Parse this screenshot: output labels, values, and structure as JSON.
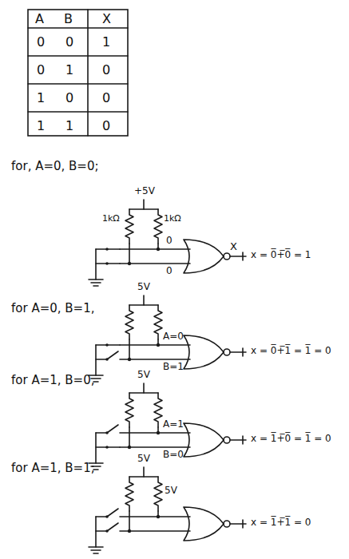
{
  "diagram": {
    "labels": [
      "A",
      "B",
      "X",
      "0",
      "0",
      "1",
      "0",
      "1",
      "0",
      "1",
      "0",
      "0",
      "1",
      "1",
      "0",
      "for, A=0, B=0;",
      "+5V",
      "1kΩ",
      "1kΩ",
      "0",
      "X",
      "0",
      "x = 0̅+̅0̅ = 1",
      "for A=0, B=1,",
      "5V",
      "A=0",
      "B=1",
      "x = 0̅+̅1̅ = 1̅ = 0",
      "for A=1, B=0,",
      "5V",
      "A=1",
      "B=0",
      "x = 1̅+̅0̅ = 1̅ = 0",
      "for A=1, B=1;",
      "5V",
      "5V",
      "x = 1̅+̅1̅ = 0"
    ]
  }
}
